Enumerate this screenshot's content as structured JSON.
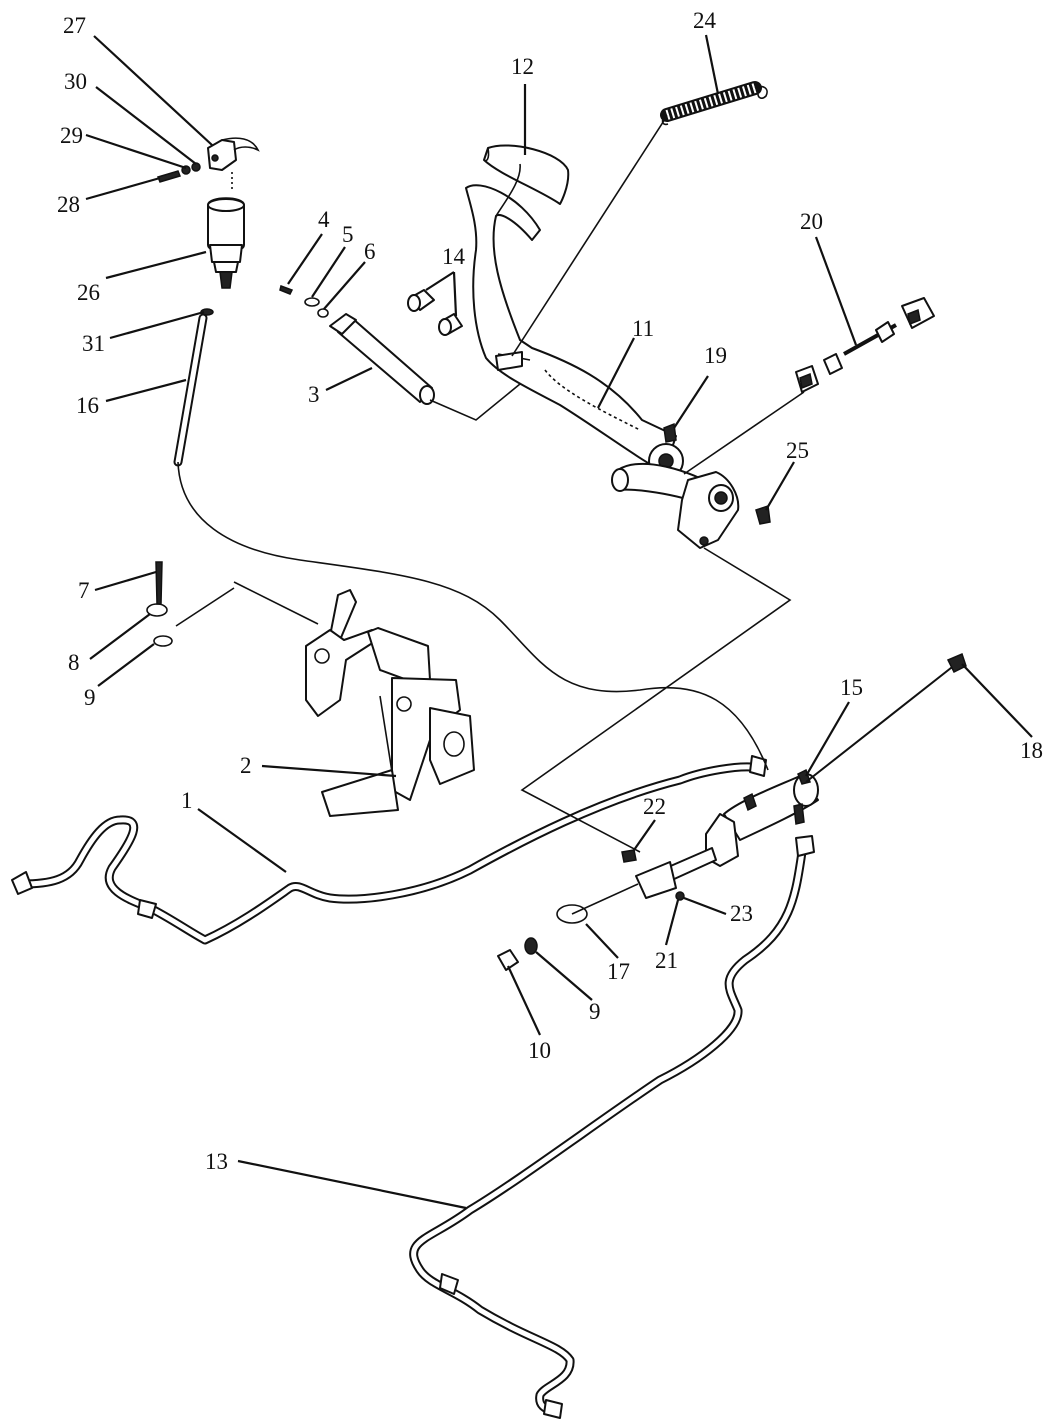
{
  "diagram": {
    "accent_color": "#111111",
    "background": "#ffffff",
    "callouts": [
      {
        "id": "c27",
        "label": "27"
      },
      {
        "id": "c30",
        "label": "30"
      },
      {
        "id": "c29",
        "label": "29"
      },
      {
        "id": "c28",
        "label": "28"
      },
      {
        "id": "c26",
        "label": "26"
      },
      {
        "id": "c31",
        "label": "31"
      },
      {
        "id": "c16",
        "label": "16"
      },
      {
        "id": "c12",
        "label": "12"
      },
      {
        "id": "c24",
        "label": "24"
      },
      {
        "id": "c4",
        "label": "4"
      },
      {
        "id": "c5",
        "label": "5"
      },
      {
        "id": "c6",
        "label": "6"
      },
      {
        "id": "c14",
        "label": "14"
      },
      {
        "id": "c20",
        "label": "20"
      },
      {
        "id": "c11",
        "label": "11"
      },
      {
        "id": "c19",
        "label": "19"
      },
      {
        "id": "c3",
        "label": "3"
      },
      {
        "id": "c25",
        "label": "25"
      },
      {
        "id": "c7",
        "label": "7"
      },
      {
        "id": "c8",
        "label": "8"
      },
      {
        "id": "c9a",
        "label": "9"
      },
      {
        "id": "c15",
        "label": "15"
      },
      {
        "id": "c18",
        "label": "18"
      },
      {
        "id": "c2",
        "label": "2"
      },
      {
        "id": "c1",
        "label": "1"
      },
      {
        "id": "c22",
        "label": "22"
      },
      {
        "id": "c23",
        "label": "23"
      },
      {
        "id": "c17",
        "label": "17"
      },
      {
        "id": "c21",
        "label": "21"
      },
      {
        "id": "c9b",
        "label": "9"
      },
      {
        "id": "c10",
        "label": "10"
      },
      {
        "id": "c13",
        "label": "13"
      }
    ]
  }
}
